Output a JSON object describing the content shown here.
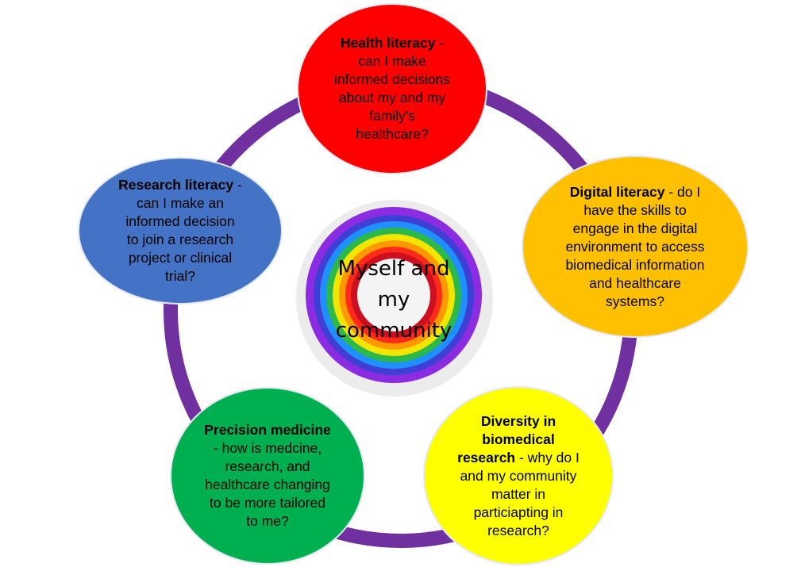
{
  "center": {
    "label": "Myself and\nmy\ncommunity"
  },
  "nodes": {
    "health": {
      "title": "Health literacy",
      "desc": " -\ncan I make\ninformed decisions\nabout my and my\nfamily's\nhealthcare?",
      "color": "#ff0000"
    },
    "digital": {
      "title": "Digital literacy",
      "desc": " - do I\nhave the skills  to\nengage in the digital\nenvironment to access\nbiomedical information\nand healthcare\nsystems?",
      "color": "#ffc000"
    },
    "diversity": {
      "title": "Diversity in\nbiomedical\nresearch",
      "desc": " - why do I\nand my community\nmatter in\nparticiapting in\nresearch?",
      "color": "#ffff00"
    },
    "precision": {
      "title": "Precision medicine",
      "desc": "\n- how is medcine,\nresearch, and\nhealthcare changing\nto be more tailored\nto me?",
      "color": "#00b050"
    },
    "research": {
      "title": "Research literacy",
      "desc": " -\ncan I make an\ninformed decision\nto join a research\nproject or clinical\ntrial?",
      "color": "#4472c4"
    }
  },
  "colors": {
    "cycle_ring": "#7030a0",
    "rainbow": [
      "#8b2be2",
      "#3f3fd6",
      "#1e90ff",
      "#2db84a",
      "#f2e600",
      "#ff9900",
      "#ff2a1a",
      "#cc1020"
    ]
  }
}
